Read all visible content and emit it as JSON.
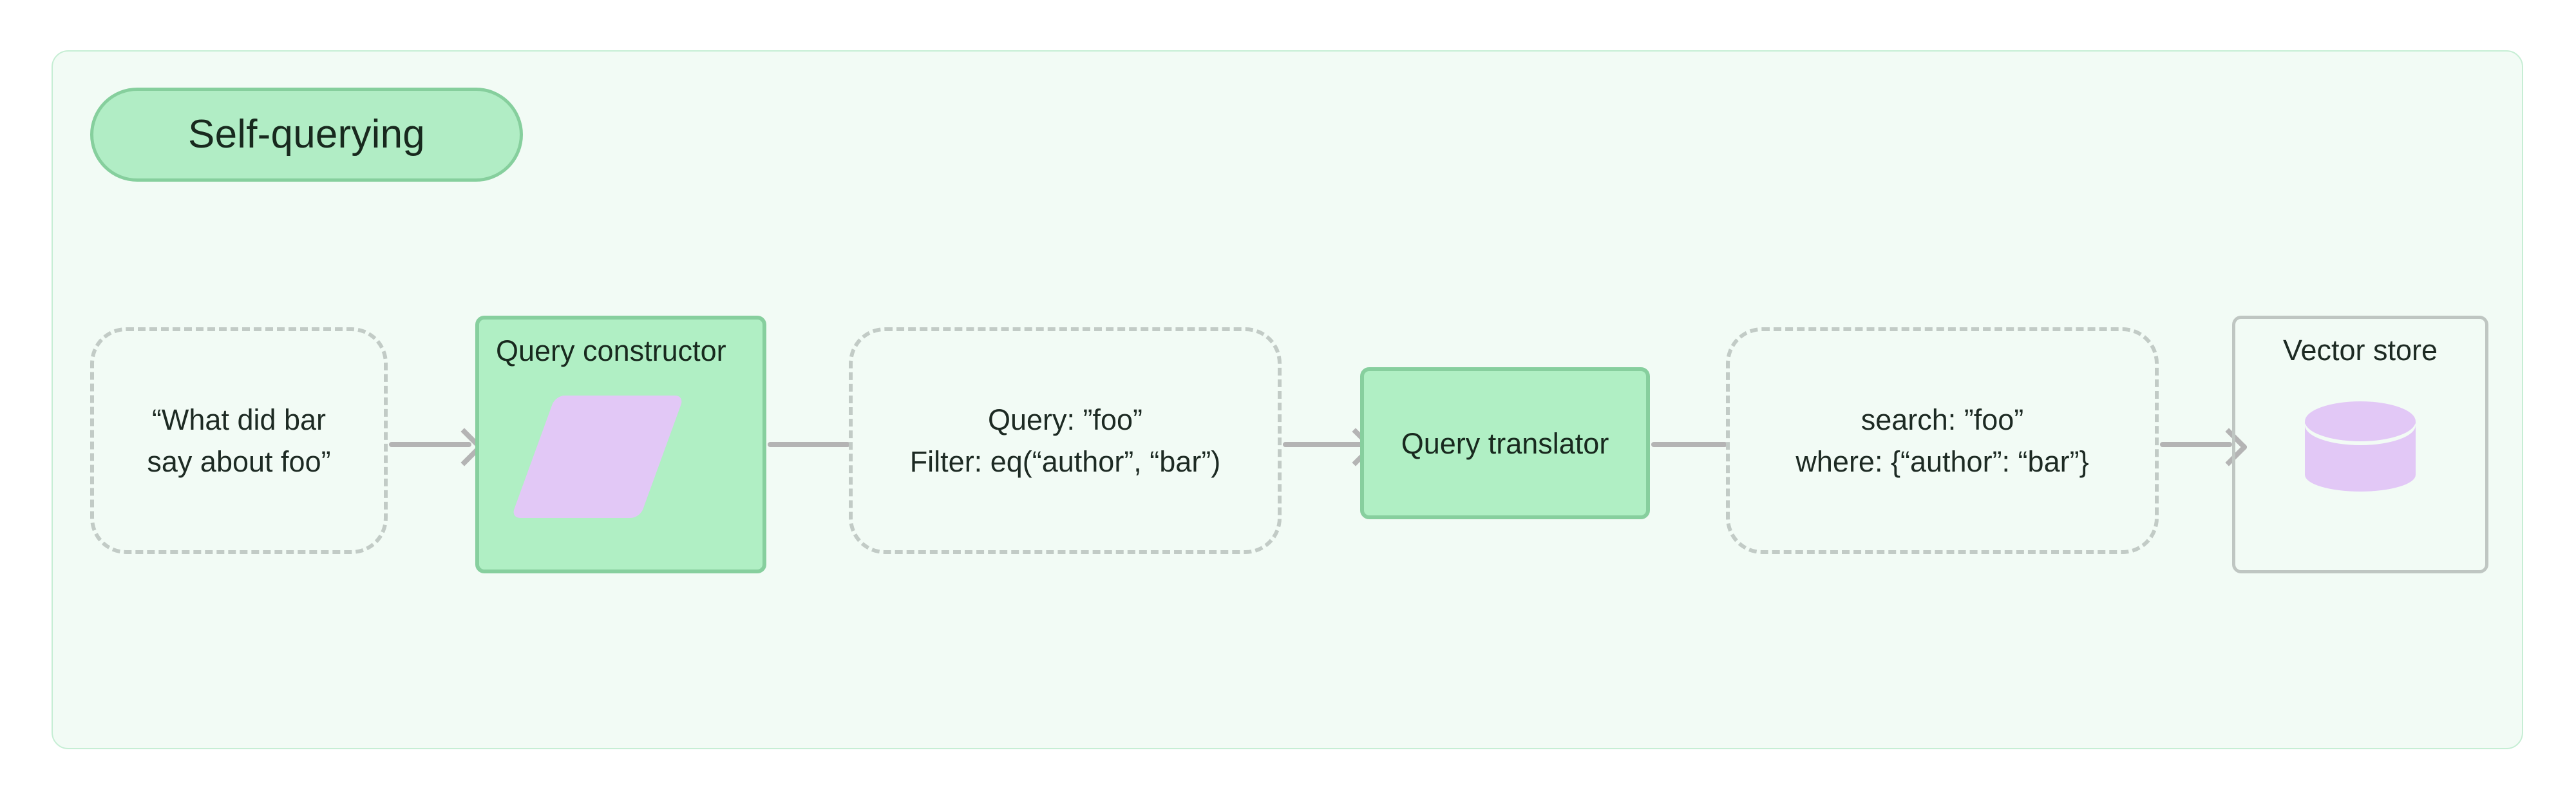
{
  "diagram": {
    "title": "Self-querying",
    "nodes": [
      {
        "id": "user-question",
        "kind": "ghost",
        "lines": [
          "“What did bar",
          "say about foo”"
        ]
      },
      {
        "id": "query-constructor",
        "kind": "process",
        "label": "Query constructor",
        "glyph": "parallelogram-icon"
      },
      {
        "id": "structured-query",
        "kind": "ghost",
        "lines": [
          "Query: ”foo”",
          "Filter: eq(“author”, “bar”)"
        ]
      },
      {
        "id": "query-translator",
        "kind": "process",
        "label": "Query translator"
      },
      {
        "id": "translated-query",
        "kind": "ghost",
        "lines": [
          "search: ”foo”",
          "where: {“author”: “bar”}"
        ]
      },
      {
        "id": "vector-store",
        "kind": "store",
        "label": "Vector store",
        "glyph": "database-cylinder-icon"
      }
    ],
    "edges": [
      {
        "from": "user-question",
        "to": "query-constructor",
        "arrow": true
      },
      {
        "from": "query-constructor",
        "to": "structured-query",
        "arrow": false
      },
      {
        "from": "structured-query",
        "to": "query-translator",
        "arrow": true
      },
      {
        "from": "query-translator",
        "to": "translated-query",
        "arrow": false
      },
      {
        "from": "translated-query",
        "to": "vector-store",
        "arrow": true
      }
    ],
    "colors": {
      "container_background": "#f2fbf5",
      "container_border": "#c6eed4",
      "accent_green_fill": "#b0efc4",
      "accent_green_border": "#87cf9e",
      "accent_purple": "#e2c8f6",
      "ghost_border": "#c2cbc6",
      "connector": "#b4b4b4",
      "store_border": "#bfc6c2",
      "text": "#1d2a23"
    }
  }
}
